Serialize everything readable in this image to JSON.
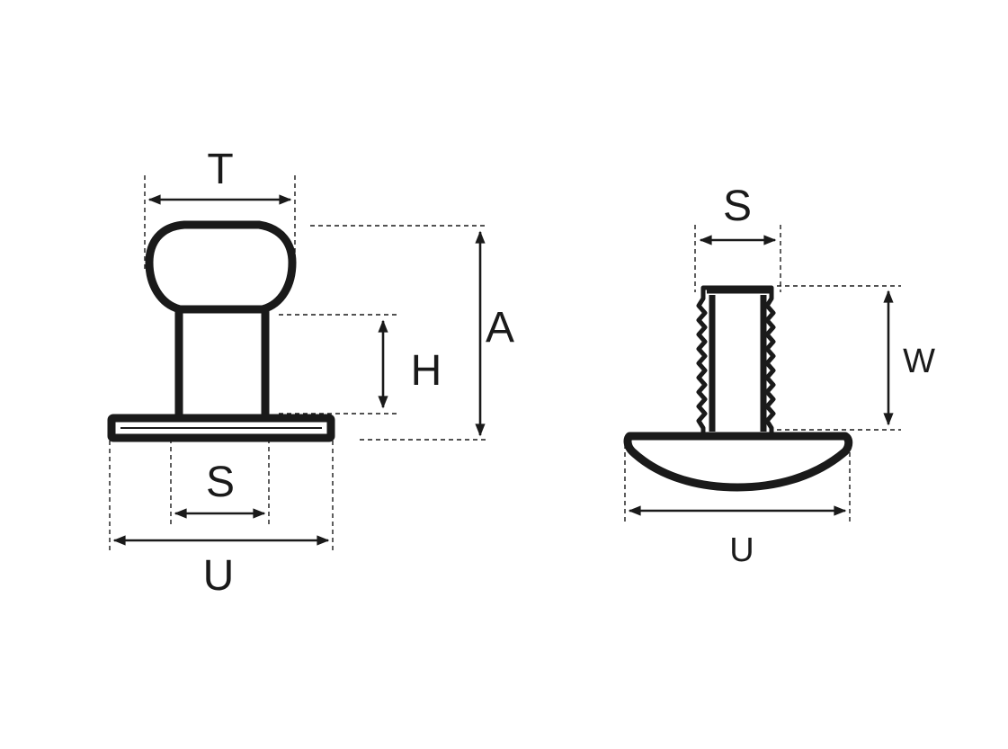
{
  "left_part": {
    "labels": {
      "T": "T",
      "A": "A",
      "H": "H",
      "S": "S",
      "U": "U"
    }
  },
  "right_part": {
    "labels": {
      "S": "S",
      "W": "W",
      "U": "U"
    }
  },
  "colors": {
    "line": "#1a1a1a",
    "background": "#ffffff"
  }
}
